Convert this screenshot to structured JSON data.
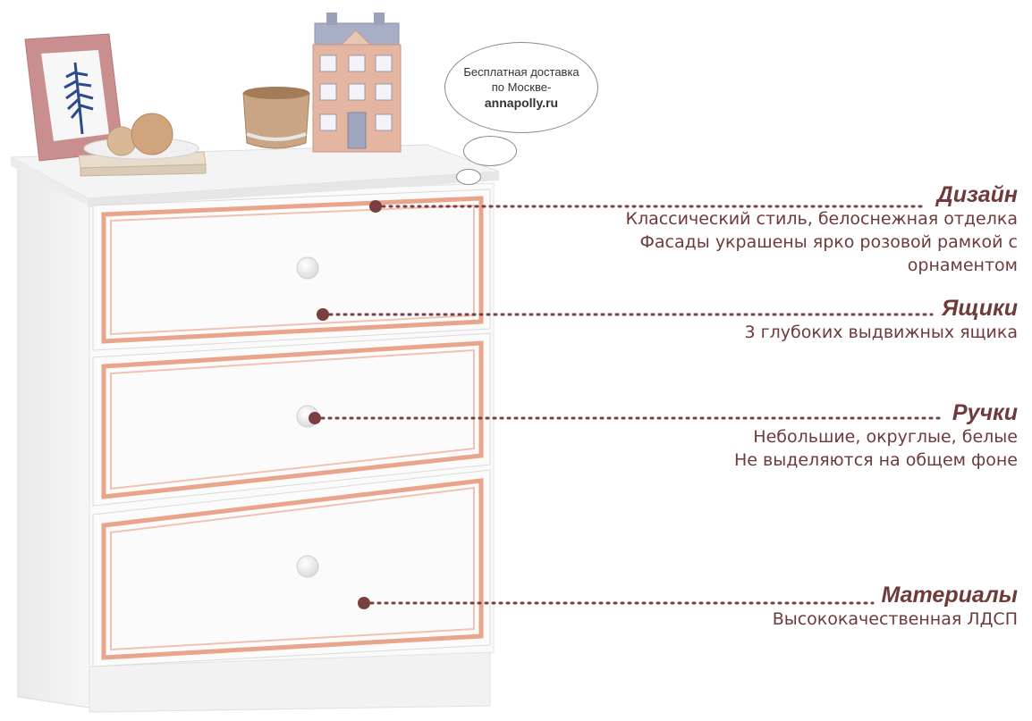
{
  "speech_bubble": {
    "line1": "Бесплатная доставка",
    "line2": "по Москве-",
    "brand": "annapolly.ru"
  },
  "callouts": {
    "design": {
      "title": "Дизайн",
      "lines": [
        "Классический стиль, белоснежная отделка",
        "Фасады украшены ярко розовой рамкой с",
        "орнаментом"
      ]
    },
    "drawers": {
      "title": "Ящики",
      "lines": [
        "3 глубоких выдвижных ящика"
      ]
    },
    "handles": {
      "title": "Ручки",
      "lines": [
        "Небольшие, округлые, белые",
        "Не выделяются на общем фоне"
      ]
    },
    "materials": {
      "title": "Материалы",
      "lines": [
        "Высококачественная ЛДСП"
      ]
    }
  },
  "colors": {
    "accent": "#6e3a3a",
    "dot": "#7a3f3f",
    "frame_pink": "#e9a58c",
    "furniture_white": "#f7f7f7"
  }
}
